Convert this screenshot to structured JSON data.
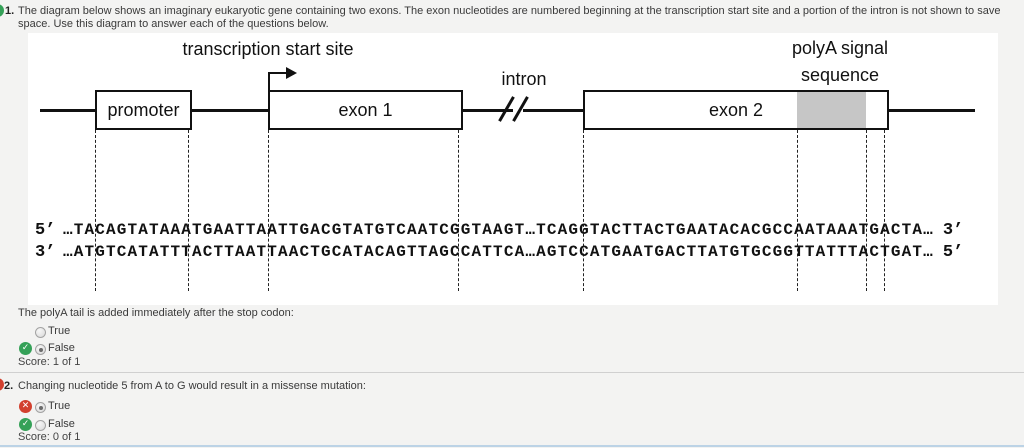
{
  "colors": {
    "correct_green": "#35a158",
    "wrong_red": "#d2402e",
    "polya_gray": "#c6c6c6"
  },
  "icons": {
    "check": "✓",
    "cross": "✕"
  },
  "question1": {
    "number": "1.",
    "prompt": "The diagram below shows an imaginary eukaryotic gene containing two exons. The exon nucleotides are numbered beginning at the transcription start site and a portion of the intron is not shown to save space. Use this diagram to answer each of the questions below.",
    "sub_prompt": "The polyA tail is added immediately after the stop codon:",
    "options": [
      {
        "label": "True"
      },
      {
        "label": "False"
      }
    ],
    "score": "Score: 1 of 1"
  },
  "question2": {
    "number": "2.",
    "prompt": "Changing nucleotide 5 from A to G would result in a missense mutation:",
    "options": [
      {
        "label": "True"
      },
      {
        "label": "False"
      }
    ],
    "score": "Score: 0 of 1"
  },
  "diagram": {
    "tss_label": "transcription start site",
    "promoter_label": "promoter",
    "exon1_label": "exon 1",
    "intron_label": "intron",
    "exon2_label": "exon 2",
    "polya_line1": "polyA signal",
    "polya_line2": "sequence",
    "strand_top": {
      "left_end": "5’",
      "sequence": "…TACAGTATAAATGAATTAATTGACGTATGTCAATCGGTAAGT…TCAGGTACTTACTGAATACACGCCAATAAATGACTA…",
      "right_end": "3’"
    },
    "strand_bottom": {
      "left_end": "3’",
      "sequence": "…ATGTCATATTTACTTAATTAACTGCATACAGTTAGCCATTCA…AGTCCATGAATGACTTATGTGCGGTTATTTACTGAT…",
      "right_end": "5’"
    }
  }
}
